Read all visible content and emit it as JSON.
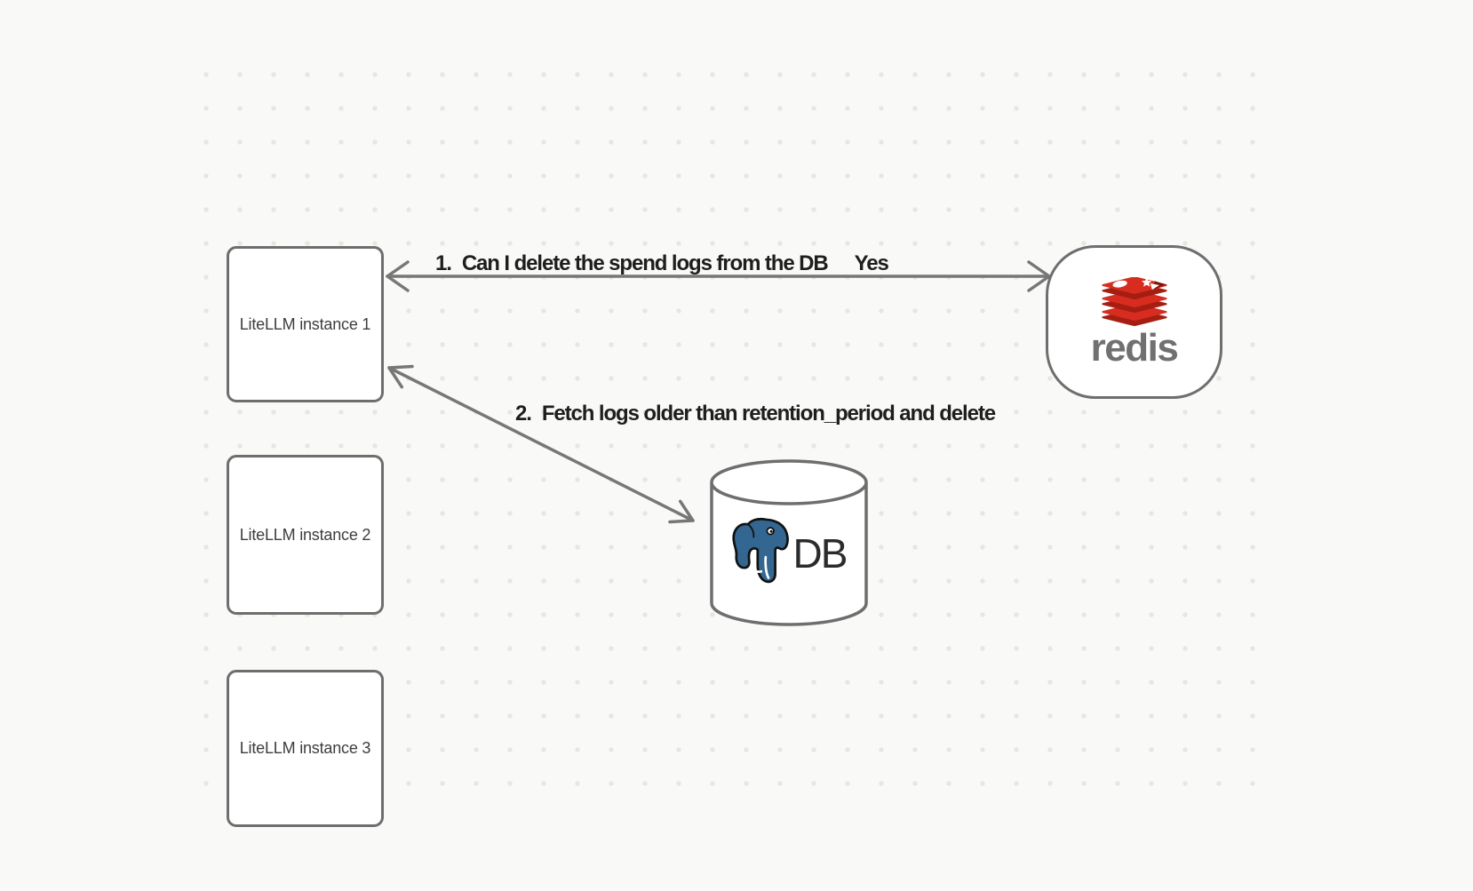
{
  "diagram": {
    "nodes": {
      "litellm_instance_1": {
        "label": "LiteLLM instance 1"
      },
      "litellm_instance_2": {
        "label": "LiteLLM instance 2"
      },
      "litellm_instance_3": {
        "label": "LiteLLM instance 3"
      },
      "redis": {
        "wordmark": "redis",
        "icon": "redis-stack-icon"
      },
      "database": {
        "label": "DB",
        "icon": "postgresql-elephant-icon",
        "shape": "cylinder"
      }
    },
    "edges": {
      "ask_redis": {
        "number": "1.",
        "label": "Can I delete the spend logs from the DB",
        "reply": "Yes"
      },
      "fetch_delete": {
        "number": "2.",
        "label": "Fetch logs older than retention_period and delete"
      }
    }
  },
  "theme": {
    "canvas-bg": "#f9f9f7",
    "dot-color": "#e6e6e3",
    "shape-border": "#6e6e6e",
    "arrow-color": "#777777",
    "label-color": "#1e1e1e",
    "node-text-color": "#3d3d3d",
    "redis-red": "#d82c20",
    "redis-dark-red": "#a41e11",
    "redis-wordmark-gray": "#707070",
    "postgres-blue": "#336791",
    "db-text-color": "#2b2b2b"
  }
}
